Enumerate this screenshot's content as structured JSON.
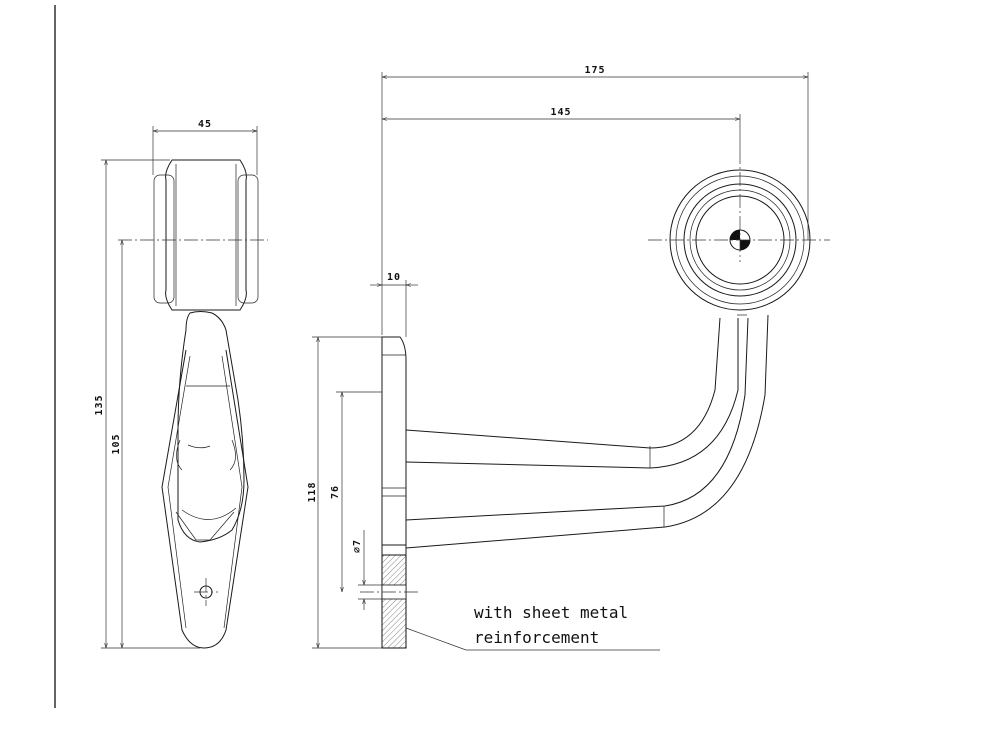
{
  "dimensions": {
    "front_width": "45",
    "front_height_total": "135",
    "front_height_center": "105",
    "side_overall_length": "175",
    "side_center_length": "145",
    "base_thickness": "10",
    "base_height": "118",
    "hole_spacing": "76",
    "hole_diameter": "⌀7"
  },
  "notes": {
    "reinforcement_line1": "with sheet metal",
    "reinforcement_line2": "reinforcement"
  }
}
